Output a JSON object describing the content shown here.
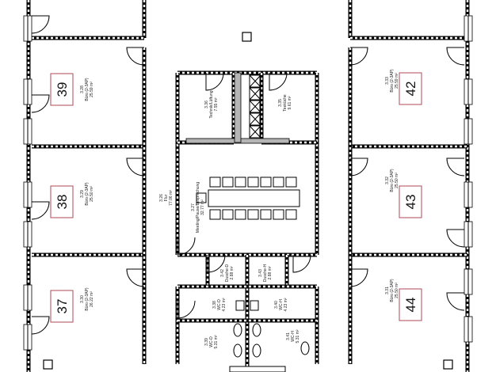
{
  "plan": {
    "rooms": [
      {
        "number": "39",
        "id": "3.28",
        "name": "Büro (2-3AP)",
        "area": "25.59 m²"
      },
      {
        "number": "38",
        "id": "3.29",
        "name": "Büro (2-3AP)",
        "area": "25.50 m²"
      },
      {
        "number": "37",
        "id": "3.30",
        "name": "Büro (2-3AP)",
        "area": "26.22 m²"
      },
      {
        "number": "42",
        "id": "3.33",
        "name": "Büro (2-3AP)",
        "area": "25.59 m²"
      },
      {
        "number": "43",
        "id": "3.32",
        "name": "Büro (2-3AP)",
        "area": "25.50 m²"
      },
      {
        "number": "44",
        "id": "3.31",
        "name": "Büro (2-3AP)",
        "area": "25.50 m²"
      }
    ],
    "core": [
      {
        "id": "3.26",
        "name": "Flur",
        "area": "77.06 m²"
      },
      {
        "id": "3.27",
        "name": "Meeting/Pause/Besprechung",
        "area": "32.77 m²"
      },
      {
        "id": "3.36",
        "name": "Technik/Lüftung",
        "area": "7.55 m²"
      },
      {
        "id": "3.35",
        "name": "Teeküche",
        "area": "9.61 m²"
      },
      {
        "id": "3.42",
        "name": "Dusche-D",
        "area": "2.88 m²"
      },
      {
        "id": "3.43",
        "name": "Dusche-H",
        "area": "2.88 m²"
      },
      {
        "id": "3.38",
        "name": "WC-D",
        "area": "4.23 m²"
      },
      {
        "id": "3.40",
        "name": "WC-H",
        "area": "4.23 m²"
      },
      {
        "id": "3.39",
        "name": "WC-D",
        "area": "5.31 m²"
      },
      {
        "id": "3.41",
        "name": "WC-H",
        "area": "5.31 m²"
      }
    ]
  }
}
